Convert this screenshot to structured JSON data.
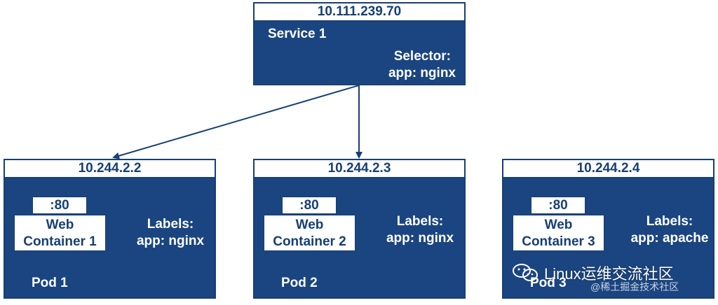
{
  "service": {
    "ip": "10.111.239.70",
    "name": "Service 1",
    "selector_label": "Selector:",
    "selector_value": "app: nginx"
  },
  "pods": [
    {
      "ip": "10.244.2.2",
      "port": ":80",
      "container_line1": "Web",
      "container_line2": "Container 1",
      "labels_title": "Labels:",
      "labels_value": "app: nginx",
      "name": "Pod 1"
    },
    {
      "ip": "10.244.2.3",
      "port": ":80",
      "container_line1": "Web",
      "container_line2": "Container 2",
      "labels_title": "Labels:",
      "labels_value": "app: nginx",
      "name": "Pod 2"
    },
    {
      "ip": "10.244.2.4",
      "port": ":80",
      "container_line1": "Web",
      "container_line2": "Container 3",
      "labels_title": "Labels:",
      "labels_value": "app: apache",
      "name": "Pod 3"
    }
  ],
  "watermark": {
    "title": "Linux运维交流社区",
    "subtitle": "@稀土掘金技术社区"
  },
  "colors": {
    "box_fill": "#1a4580",
    "border": "#173f73",
    "text_dark": "#173f73",
    "text_light": "#ffffff"
  }
}
